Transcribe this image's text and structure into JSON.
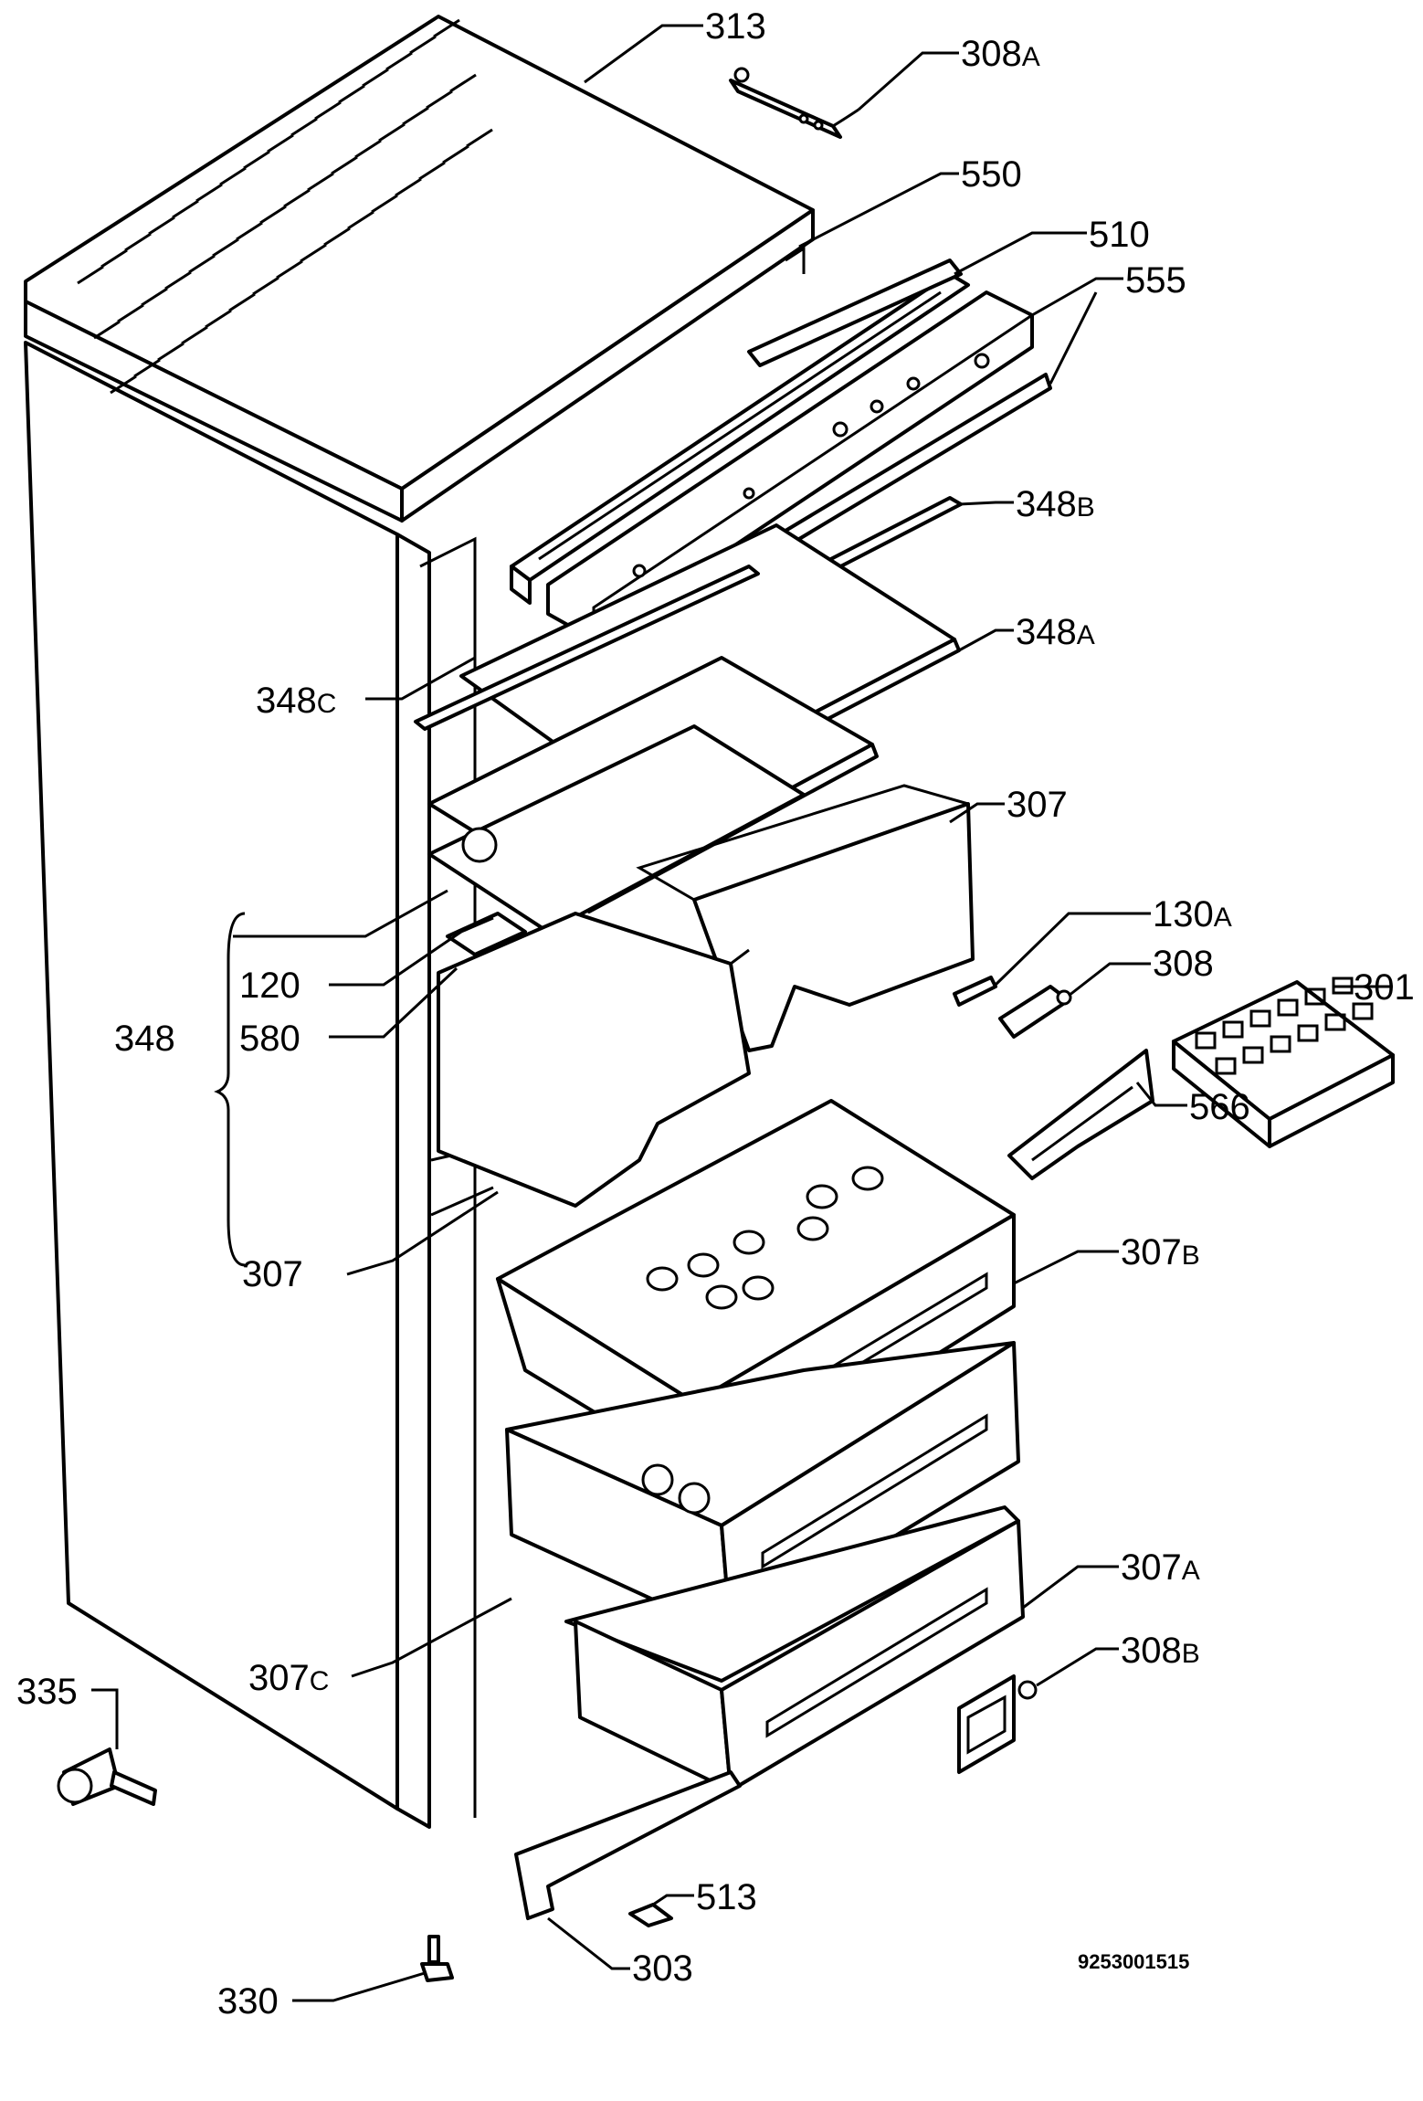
{
  "labels": {
    "l313": {
      "num": "313",
      "suffix": ""
    },
    "l308A": {
      "num": "308",
      "suffix": "A"
    },
    "l550": {
      "num": "550",
      "suffix": ""
    },
    "l510": {
      "num": "510",
      "suffix": ""
    },
    "l555": {
      "num": "555",
      "suffix": ""
    },
    "l348B": {
      "num": "348",
      "suffix": "B"
    },
    "l348A": {
      "num": "348",
      "suffix": "A"
    },
    "l348C": {
      "num": "348",
      "suffix": "C"
    },
    "l307_top": {
      "num": "307",
      "suffix": ""
    },
    "l130A": {
      "num": "130",
      "suffix": "A"
    },
    "l308": {
      "num": "308",
      "suffix": ""
    },
    "l301": {
      "num": "301",
      "suffix": ""
    },
    "l120": {
      "num": "120",
      "suffix": ""
    },
    "l348": {
      "num": "348",
      "suffix": ""
    },
    "l580": {
      "num": "580",
      "suffix": ""
    },
    "l566": {
      "num": "566",
      "suffix": ""
    },
    "l307_left": {
      "num": "307",
      "suffix": ""
    },
    "l307B": {
      "num": "307",
      "suffix": "B"
    },
    "l307A": {
      "num": "307",
      "suffix": "A"
    },
    "l307C": {
      "num": "307",
      "suffix": "C"
    },
    "l335": {
      "num": "335",
      "suffix": ""
    },
    "l308B": {
      "num": "308",
      "suffix": "B"
    },
    "l513": {
      "num": "513",
      "suffix": ""
    },
    "l303": {
      "num": "303",
      "suffix": ""
    },
    "l330": {
      "num": "330",
      "suffix": ""
    }
  },
  "drawing_code": "9253001515"
}
